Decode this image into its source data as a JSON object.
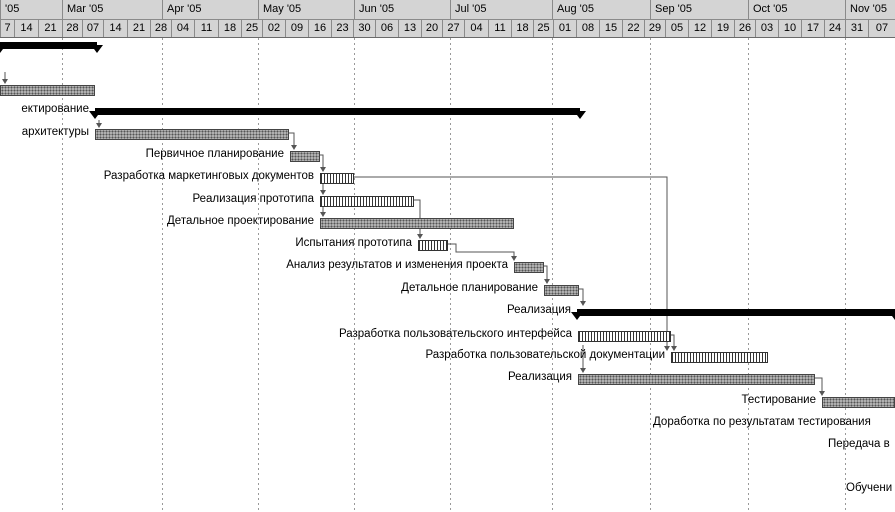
{
  "timescale": {
    "months": [
      "'05",
      "Mar '05",
      "Apr '05",
      "May '05",
      "Jun '05",
      "Jul '05",
      "Aug '05",
      "Sep '05",
      "Oct '05",
      "Nov '05"
    ],
    "weeks": [
      "7",
      "14",
      "21",
      "28",
      "07",
      "14",
      "21",
      "28",
      "04",
      "11",
      "18",
      "25",
      "02",
      "09",
      "16",
      "23",
      "30",
      "06",
      "13",
      "20",
      "27",
      "04",
      "11",
      "18",
      "25",
      "01",
      "08",
      "15",
      "22",
      "29",
      "05",
      "12",
      "19",
      "26",
      "03",
      "10",
      "17",
      "24",
      "31",
      "07"
    ]
  },
  "tasks": [
    {
      "label": "",
      "style": "summary"
    },
    {
      "label": "",
      "style": "gray"
    },
    {
      "label": "ектирование",
      "style": "summary"
    },
    {
      "label": "архитектуры",
      "style": "gray"
    },
    {
      "label": "Первичное планирование",
      "style": "gray"
    },
    {
      "label": "Разработка маркетинговых документов",
      "style": "hatched"
    },
    {
      "label": "Реализация прототипа",
      "style": "hatched"
    },
    {
      "label": "Детальное проектирование",
      "style": "gray"
    },
    {
      "label": "Испытания прототипа",
      "style": "hatched"
    },
    {
      "label": "Анализ результатов и изменения проекта",
      "style": "gray"
    },
    {
      "label": "Детальное планирование",
      "style": "gray"
    },
    {
      "label": "Реализация",
      "style": "summary"
    },
    {
      "label": "Разработка пользовательского интерфейса",
      "style": "hatched"
    },
    {
      "label": "Разработка пользовательской документации",
      "style": "hatched"
    },
    {
      "label": "Реализация",
      "style": "gray"
    },
    {
      "label": "Тестирование",
      "style": "gray"
    },
    {
      "label": "Доработка по результатам тестирования",
      "style": "none"
    },
    {
      "label": "Передача в",
      "style": "none"
    },
    {
      "label": "Обучени",
      "style": "none"
    }
  ],
  "colors": {
    "header_bg": "#d4d4d4",
    "summary_bar": "#000000",
    "task_bar_gray": "#b5b5b5",
    "link_line": "#555555",
    "grid_line": "#999999"
  }
}
